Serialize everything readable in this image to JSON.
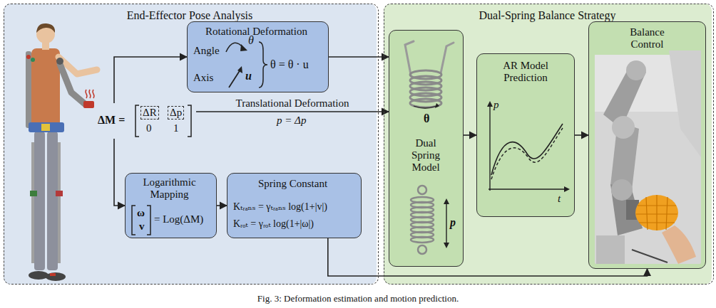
{
  "diagram": {
    "caption": "Fig. 3: Deformation estimation and motion prediction.",
    "nodes": [
      {
        "text": [
          "End-Effector Pose Analysis"
        ]
      },
      {
        "text": [
          "Rotational Deformation",
          "Angle",
          "Axis",
          "θ = θ · u"
        ],
        "in": 0
      },
      {
        "text": [
          "ΔM =",
          "ΔR",
          "Δp",
          "0",
          "1"
        ],
        "in": 0
      },
      {
        "text": [
          "Logarithmic Mapping",
          "ω",
          "v",
          "= Log(ΔM)"
        ],
        "in": 0
      },
      {
        "text": [
          "Spring Constant",
          "Kₜᵣₐₙₛ = γₜᵣₐₙₛ log(1+|v|)",
          "Kᵣₒₜ = γᵣₒₜ log(1+|ω|)"
        ],
        "in": 0
      },
      {
        "text": [
          "Dual-Spring Balance Strategy"
        ]
      },
      {
        "text": [
          "Dual Spring Model"
        ],
        "in": 5
      },
      {
        "text": [
          "AR Model Prediction"
        ],
        "in": 5
      },
      {
        "text": [
          "Balance Control"
        ],
        "in": 5
      }
    ],
    "edges": [
      {
        "from": 2,
        "to": 1,
        "arrow": "to"
      },
      {
        "from": 1,
        "to": 6,
        "arrow": "to"
      },
      {
        "from": 2,
        "to": 6,
        "arrow": "to",
        "label": "Translational Deformation"
      },
      {
        "from": 2,
        "to": 3,
        "arrow": "to"
      },
      {
        "from": 3,
        "to": 4,
        "arrow": "to"
      },
      {
        "from": 4,
        "to": 8,
        "arrow": "to"
      },
      {
        "from": 6,
        "to": 7,
        "arrow": "to"
      },
      {
        "from": 7,
        "to": 8,
        "arrow": "to"
      }
    ],
    "labels": [
      "θ",
      "u",
      "p = Δp",
      "θ",
      "p",
      "p",
      "t"
    ]
  }
}
